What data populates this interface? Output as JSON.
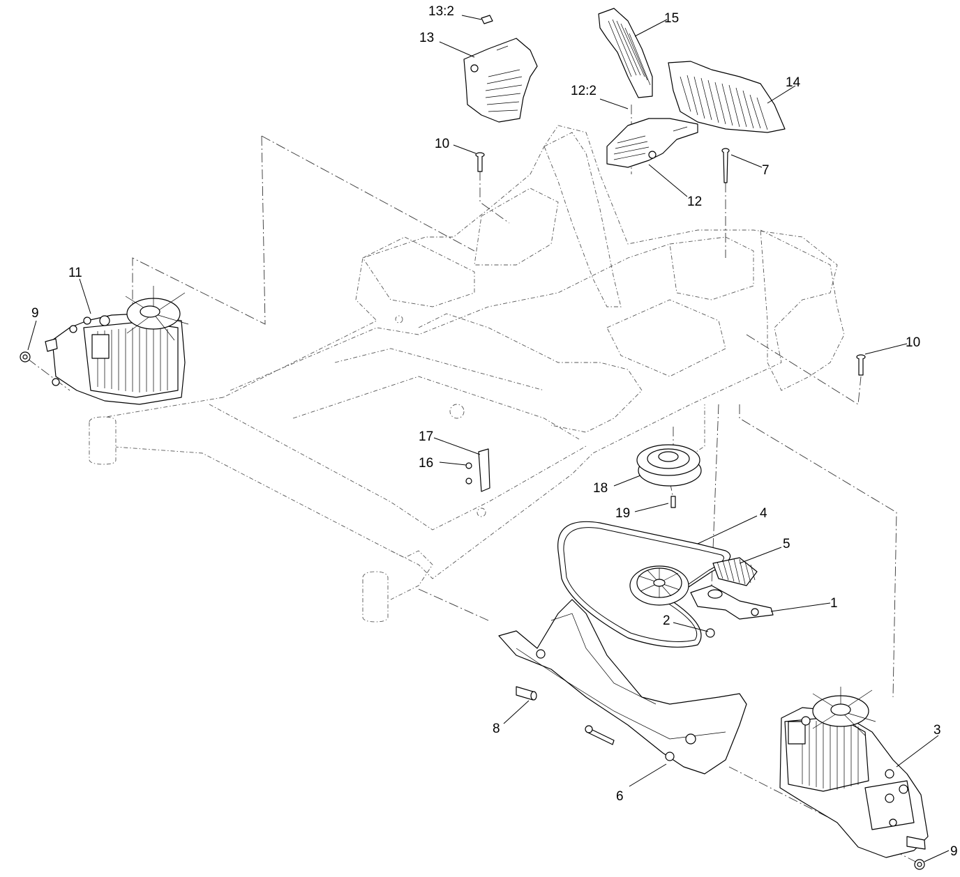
{
  "callouts": [
    {
      "id": "c1",
      "label": "1"
    },
    {
      "id": "c2",
      "label": "2"
    },
    {
      "id": "c3",
      "label": "3"
    },
    {
      "id": "c4",
      "label": "4"
    },
    {
      "id": "c5",
      "label": "5"
    },
    {
      "id": "c6",
      "label": "6"
    },
    {
      "id": "c7",
      "label": "7"
    },
    {
      "id": "c8",
      "label": "8"
    },
    {
      "id": "c9a",
      "label": "9"
    },
    {
      "id": "c9b",
      "label": "9"
    },
    {
      "id": "c10a",
      "label": "10"
    },
    {
      "id": "c10b",
      "label": "10"
    },
    {
      "id": "c11",
      "label": "11"
    },
    {
      "id": "c12",
      "label": "12"
    },
    {
      "id": "c12-2",
      "label": "12:2"
    },
    {
      "id": "c13",
      "label": "13"
    },
    {
      "id": "c13-2",
      "label": "13:2"
    },
    {
      "id": "c14",
      "label": "14"
    },
    {
      "id": "c15",
      "label": "15"
    },
    {
      "id": "c16",
      "label": "16"
    },
    {
      "id": "c17",
      "label": "17"
    },
    {
      "id": "c18",
      "label": "18"
    },
    {
      "id": "c19",
      "label": "19"
    }
  ]
}
